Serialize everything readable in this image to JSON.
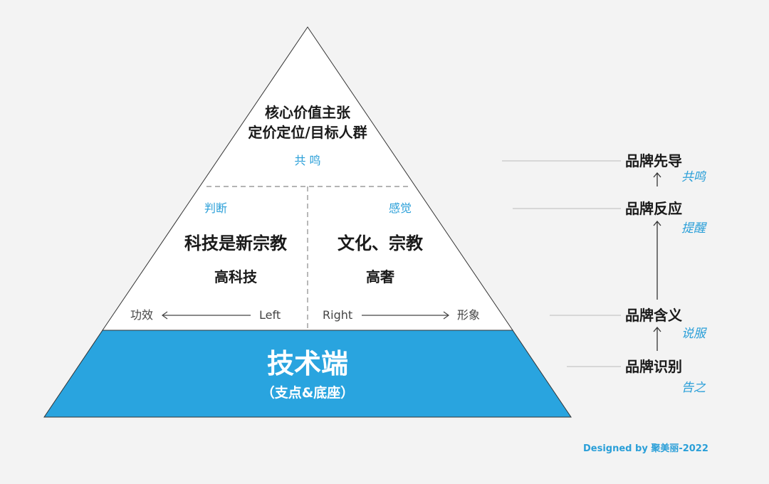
{
  "top": {
    "title_line1": "核心价值主张",
    "title_line2": "定价定位/目标人群",
    "tag": "共 鸣"
  },
  "middle": {
    "left": {
      "tag": "判断",
      "title": "科技是新宗教",
      "subtitle": "高科技"
    },
    "right": {
      "tag": "感觉",
      "title": "文化、宗教",
      "subtitle": "高奢"
    },
    "axis": {
      "left_end": "功效",
      "left_label": "Left",
      "right_label": "Right",
      "right_end": "形象"
    }
  },
  "base": {
    "title": "技术端",
    "subtitle": "（支点&底座）"
  },
  "ladder": [
    {
      "label": "品牌先导",
      "note": "共鸣"
    },
    {
      "label": "品牌反应",
      "note": "提醒"
    },
    {
      "label": "品牌含义",
      "note": "说服"
    },
    {
      "label": "品牌识别",
      "note": "告之"
    }
  ],
  "credit": "Designed by 聚美丽-2022",
  "colors": {
    "accent": "#2a9fd8",
    "base_fill": "#29a4df",
    "background": "#f3f3f3"
  }
}
